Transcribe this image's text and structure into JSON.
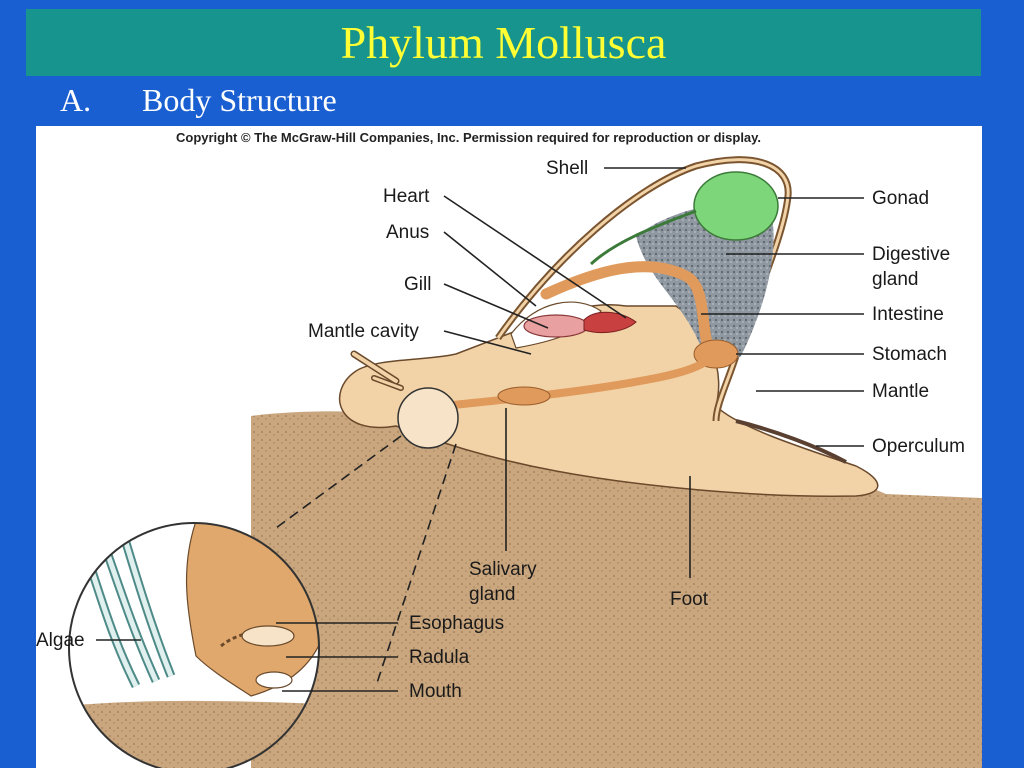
{
  "slide": {
    "title": "Phylum Mollusca",
    "subhead_marker": "A.",
    "subhead_text": "Body Structure"
  },
  "figure": {
    "copyright": "Copyright © The McGraw-Hill Companies, Inc. Permission required for reproduction or display.",
    "labels": {
      "shell": "Shell",
      "heart": "Heart",
      "anus": "Anus",
      "gill": "Gill",
      "mantle_cavity": "Mantle cavity",
      "gonad": "Gonad",
      "digestive_gland_1": "Digestive",
      "digestive_gland_2": "gland",
      "intestine": "Intestine",
      "stomach": "Stomach",
      "mantle": "Mantle",
      "operculum": "Operculum",
      "salivary_gland_1": "Salivary",
      "salivary_gland_2": "gland",
      "foot": "Foot",
      "esophagus": "Esophagus",
      "radula": "Radula",
      "mouth": "Mouth",
      "algae": "Algae"
    }
  },
  "colors": {
    "background": "#1a5fd1",
    "title_bar": "#18948e",
    "title_text": "#ffff33",
    "body_tan": "#f2d3a8",
    "gut_orange": "#e09a5c",
    "gonad_green": "#7ed67a",
    "digestive_gray": "#8f98a0",
    "substrate": "#c9a67e",
    "gill_red": "#c84040"
  }
}
